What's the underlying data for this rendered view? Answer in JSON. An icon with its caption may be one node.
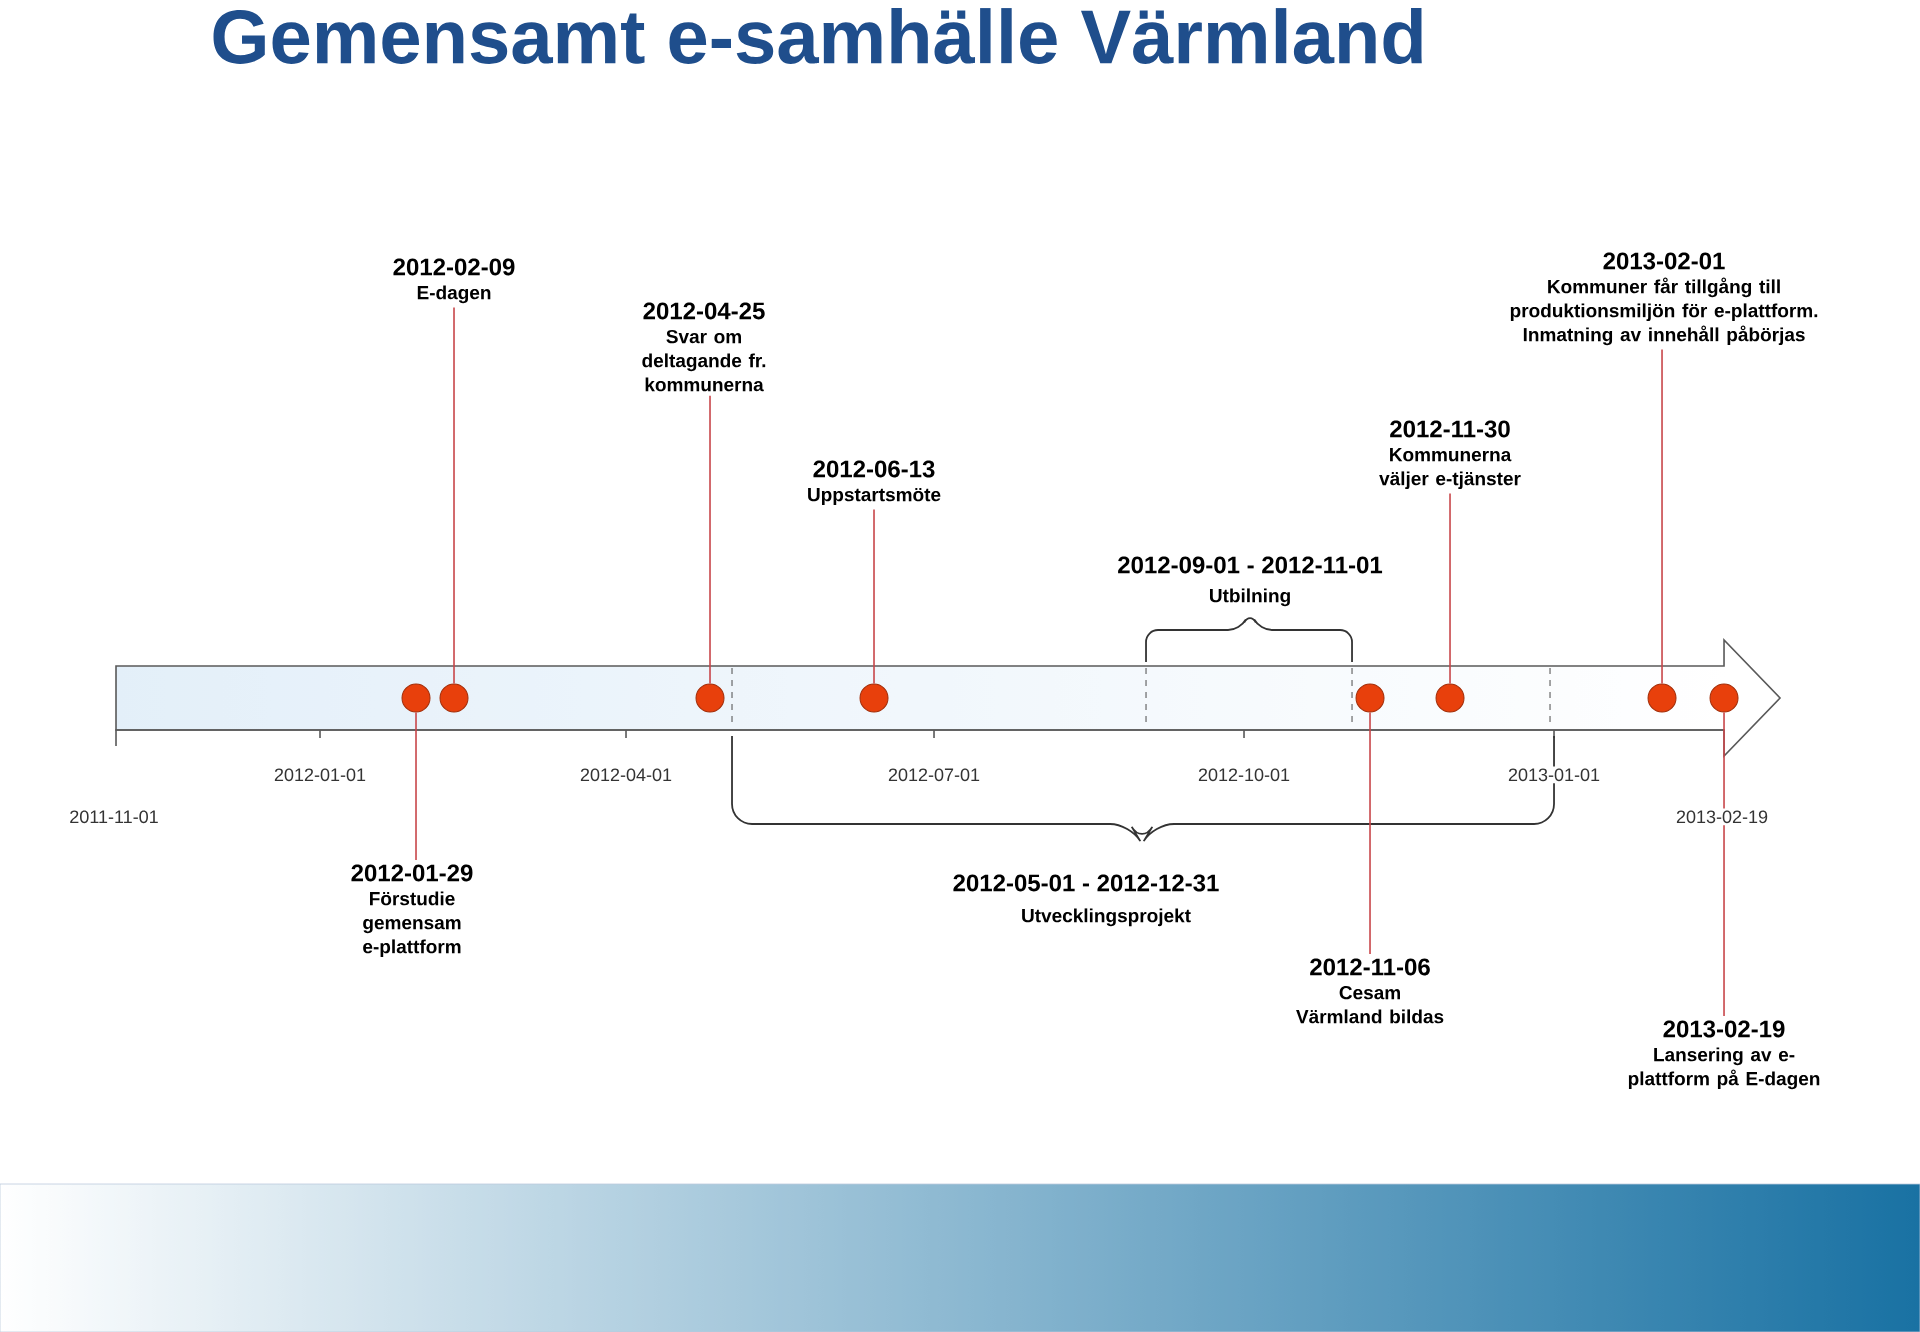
{
  "diagram": {
    "title": "Gemensamt e-samhälle Värmland",
    "nodes": [
      {
        "text": [
          "2012-02-09",
          "E-dagen"
        ]
      },
      {
        "text": [
          "2012-04-25",
          "Svar om deltagande fr. kommunerna"
        ]
      },
      {
        "text": [
          "2012-06-13",
          "Uppstartsmöte"
        ]
      },
      {
        "text": [
          "2012-11-30",
          "Kommunerna väljer e-tjänster"
        ]
      },
      {
        "text": [
          "2013-02-01",
          "Kommuner får tillgång till produktionsmiljön för e-plattform. Inmatning av innehåll påbörjas"
        ]
      },
      {
        "text": [
          "2012-01-29",
          "Förstudie gemensam e-plattform"
        ]
      },
      {
        "text": [
          "2012-11-06",
          "Cesam Värmland bildas"
        ]
      },
      {
        "text": [
          "2013-02-19",
          "Lansering av e-plattform på E-dagen"
        ]
      },
      {
        "text": [],
        "shape": "circle"
      },
      {
        "text": [],
        "shape": "circle"
      },
      {
        "text": [],
        "shape": "circle"
      },
      {
        "text": [],
        "shape": "circle"
      },
      {
        "text": [],
        "shape": "circle"
      },
      {
        "text": [],
        "shape": "circle"
      },
      {
        "text": [],
        "shape": "circle"
      },
      {
        "text": [],
        "shape": "circle"
      }
    ],
    "edges": [
      {
        "from": 0,
        "to": 9,
        "arrow": "none"
      },
      {
        "from": 1,
        "to": 10,
        "arrow": "none"
      },
      {
        "from": 2,
        "to": 11,
        "arrow": "none"
      },
      {
        "from": 3,
        "to": 13,
        "arrow": "none"
      },
      {
        "from": 4,
        "to": 14,
        "arrow": "none"
      },
      {
        "from": 5,
        "to": 8,
        "arrow": "none"
      },
      {
        "from": 6,
        "to": 12,
        "arrow": "none"
      },
      {
        "from": 7,
        "to": 15,
        "arrow": "none"
      }
    ],
    "labels": [
      "2012-09-01 - 2012-11-01",
      "Utbilning",
      "2012-01-01",
      "2012-04-01",
      "2012-07-01",
      "2012-10-01",
      "2013-01-01",
      "2011-11-01",
      "2013-02-19",
      "2012-05-01 - 2012-12-31",
      "Utvecklingsprojekt"
    ]
  }
}
